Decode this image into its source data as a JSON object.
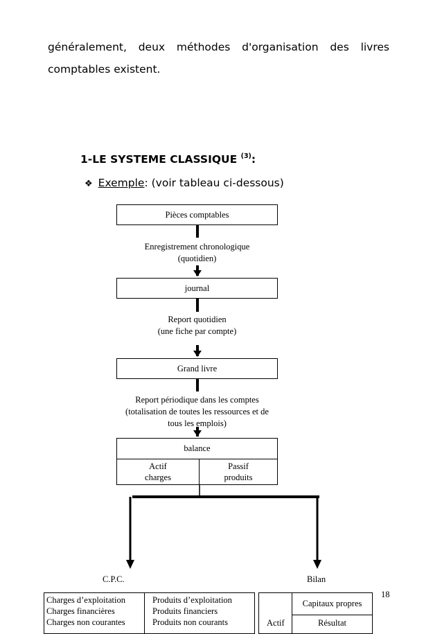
{
  "paragraph": {
    "line1_words": [
      "généralement,",
      "deux",
      "méthodes",
      "d'organisation",
      "des",
      "livres"
    ],
    "line2": "comptables existent."
  },
  "section": {
    "number_title": "1-LE SYSTEME CLASSIQUE",
    "footnote": "(3)",
    "colon": ":"
  },
  "example": {
    "bullet": "❖",
    "label": "Exemple",
    "rest": ": (voir tableau ci-dessous)"
  },
  "flow": {
    "box_pieces": "Pièces comptables",
    "cap_enregistrement": [
      "Enregistrement chronologique",
      "(quotidien)"
    ],
    "box_journal": "journal",
    "cap_report": [
      "Report quotidien",
      "(une fiche par compte)"
    ],
    "box_grand_livre": "Grand livre",
    "cap_report_periodique": [
      "Report périodique dans les comptes",
      "(totalisation de toutes les ressources et de",
      "tous les emplois)"
    ],
    "balance": {
      "title": "balance",
      "left": [
        "Actif",
        "charges"
      ],
      "right": [
        "Passif",
        "produits"
      ]
    }
  },
  "bottom": {
    "cpc_label": "C.P.C.",
    "bilan_label": "Bilan",
    "cpc_left": [
      "Charges d’exploitation",
      "Charges financières",
      "Charges non courantes"
    ],
    "cpc_right": [
      "Produits d’exploitation",
      "Produits financiers",
      "Produits non courants"
    ],
    "bilan_actif": "Actif",
    "bilan_capitaux": "Capitaux propres",
    "bilan_resultat": "Résultat"
  },
  "page_number": "18"
}
